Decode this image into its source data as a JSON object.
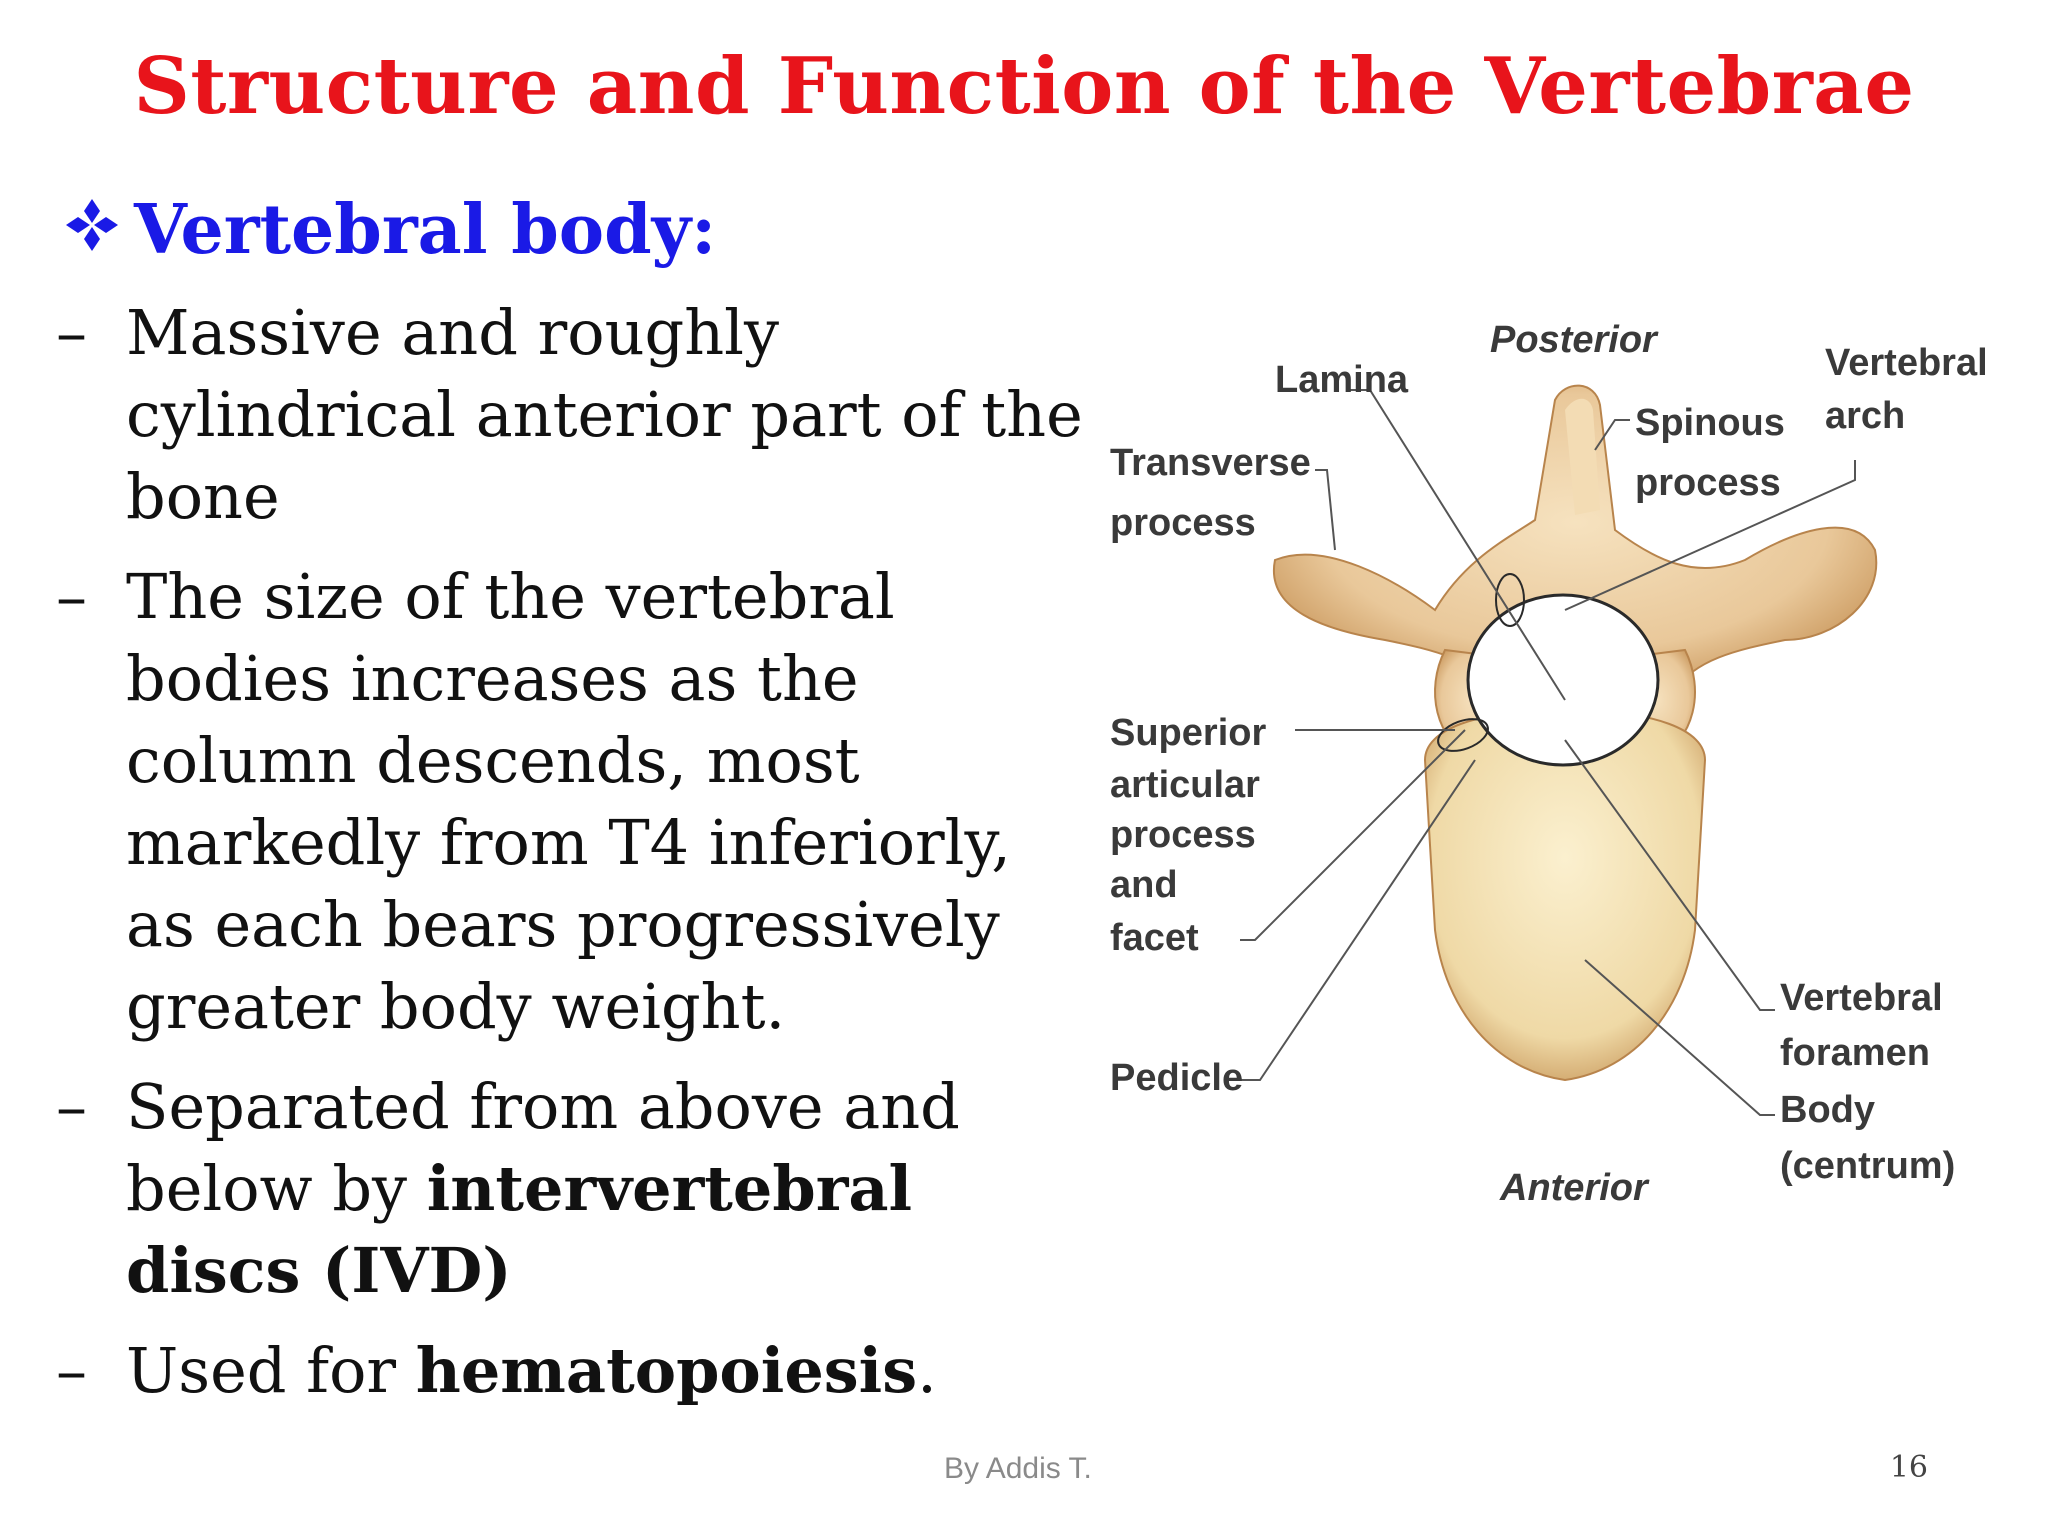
{
  "slide": {
    "title": "Structure and Function of the Vertebrae",
    "heading": "Vertebral body:",
    "heading_icon": "four-diamond-bullet-icon",
    "bullets": [
      {
        "dash": "–",
        "text": " Massive and roughly cylindrical anterior part of the bone"
      },
      {
        "dash": "–",
        "text": "The size of the vertebral bodies increases as the column descends, most markedly from T4 inferiorly, as each bears progressively greater body weight."
      },
      {
        "dash": "–",
        "text_before": "Separated from above and below by ",
        "bold": "intervertebral discs (IVD)"
      },
      {
        "dash": "–",
        "text_before": "Used for ",
        "bold": "hematopoiesis",
        "text_after": "."
      }
    ],
    "footer_author": "By Addis T.",
    "page_number": "16"
  },
  "diagram": {
    "labels": {
      "posterior": "Posterior",
      "lamina": "Lamina",
      "vertebral_arch_1": "Vertebral",
      "vertebral_arch_2": "arch",
      "transverse_1": "Transverse",
      "transverse_2": "process",
      "spinous_1": "Spinous",
      "spinous_2": "process",
      "superior_1": "Superior",
      "superior_2": "articular",
      "superior_3": "process",
      "superior_4": "and",
      "superior_5": "facet",
      "pedicle": "Pedicle",
      "foramen_1": "Vertebral",
      "foramen_2": "foramen",
      "body_1": "Body",
      "body_2": "(centrum)",
      "anterior": "Anterior"
    }
  },
  "colors": {
    "title": "#e8141b",
    "heading": "#1a1ae6",
    "body_text": "#111111",
    "bone": "#e9c89a",
    "bone_shade": "#c9975c",
    "footer": "#8a8a8a"
  }
}
